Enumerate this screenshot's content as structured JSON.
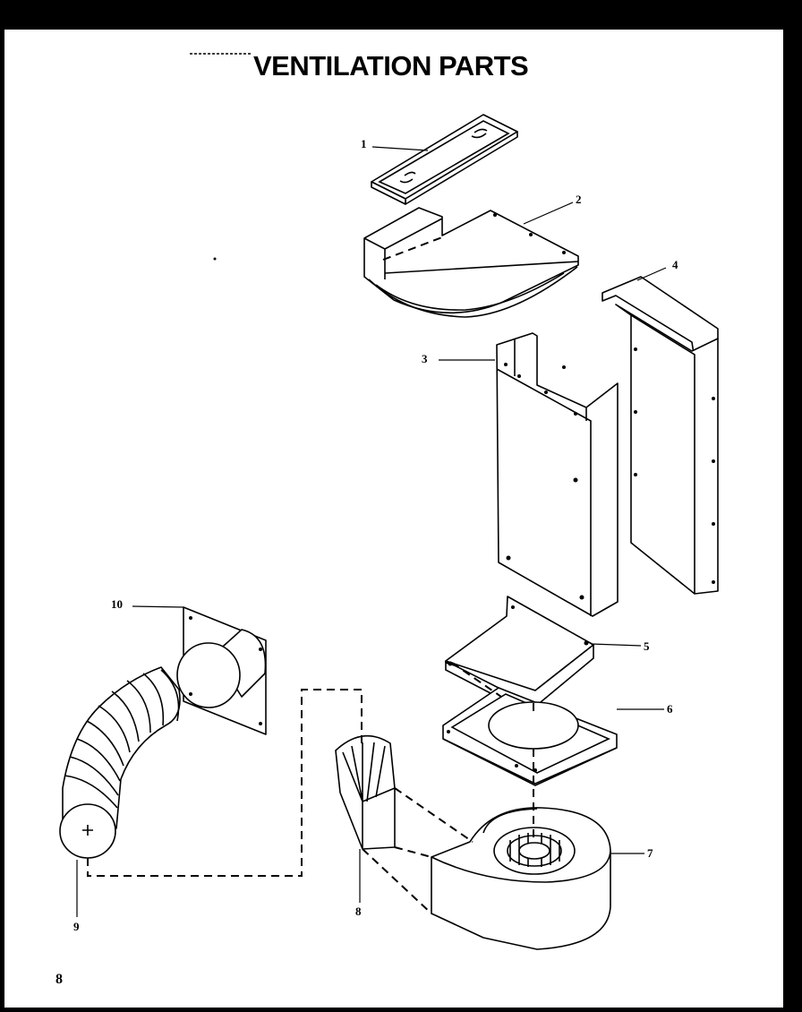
{
  "title": "VENTILATION PARTS",
  "page_number": "8",
  "callouts": [
    {
      "id": "1",
      "text": "1"
    },
    {
      "id": "2",
      "text": "2"
    },
    {
      "id": "3",
      "text": "3"
    },
    {
      "id": "4",
      "text": "4"
    },
    {
      "id": "5",
      "text": "5"
    },
    {
      "id": "6",
      "text": "6"
    },
    {
      "id": "7",
      "text": "7"
    },
    {
      "id": "8",
      "text": "8"
    },
    {
      "id": "9",
      "text": "9"
    },
    {
      "id": "10",
      "text": "10"
    }
  ],
  "colors": {
    "ink": "#000000",
    "paper": "#ffffff",
    "border": "#000000"
  }
}
